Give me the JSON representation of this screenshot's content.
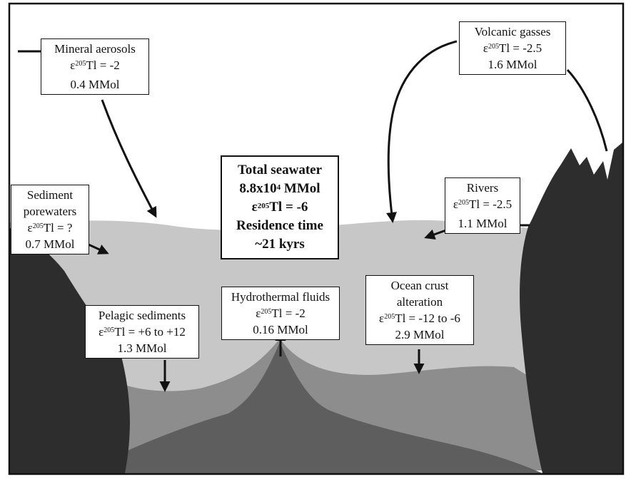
{
  "colors": {
    "frame": "#111111",
    "seawater": "#c7c7c7",
    "sediment": "#8d8d8d",
    "crust": "#5e5e5e",
    "land": "#2d2d2d",
    "box_bg": "#ffffff"
  },
  "epsilon_symbol": "ε",
  "isotope_mass": "205",
  "element": "Tl",
  "center": {
    "title": "Total seawater",
    "amount_base": "8.8x10",
    "amount_exp": "4",
    "amount_unit": " MMol",
    "value": " = -6",
    "residence_label": "Residence time",
    "residence_value": "~21 kyrs"
  },
  "sources": {
    "aerosols": {
      "title": "Mineral aerosols",
      "value": " = -2",
      "amount": "0.4 MMol"
    },
    "volcanic": {
      "title": "Volcanic gasses",
      "value": " = -2.5",
      "amount": "1.6 MMol"
    },
    "rivers": {
      "title": "Rivers",
      "value": " = -2.5",
      "amount": "1.1 MMol"
    },
    "porewaters": {
      "title_1": "Sediment",
      "title_2": "porewaters",
      "value": " = ?",
      "amount": "0.7 MMol"
    },
    "hydrothermal": {
      "title": "Hydrothermal fluids",
      "value": " = -2",
      "amount": "0.16 MMol"
    }
  },
  "sinks": {
    "pelagic": {
      "title": "Pelagic sediments",
      "value": " = +6 to +12",
      "amount": "1.3 MMol"
    },
    "crust": {
      "title_1": "Ocean crust",
      "title_2": "alteration",
      "value": " = -12 to -6",
      "amount": "2.9 MMol"
    }
  }
}
